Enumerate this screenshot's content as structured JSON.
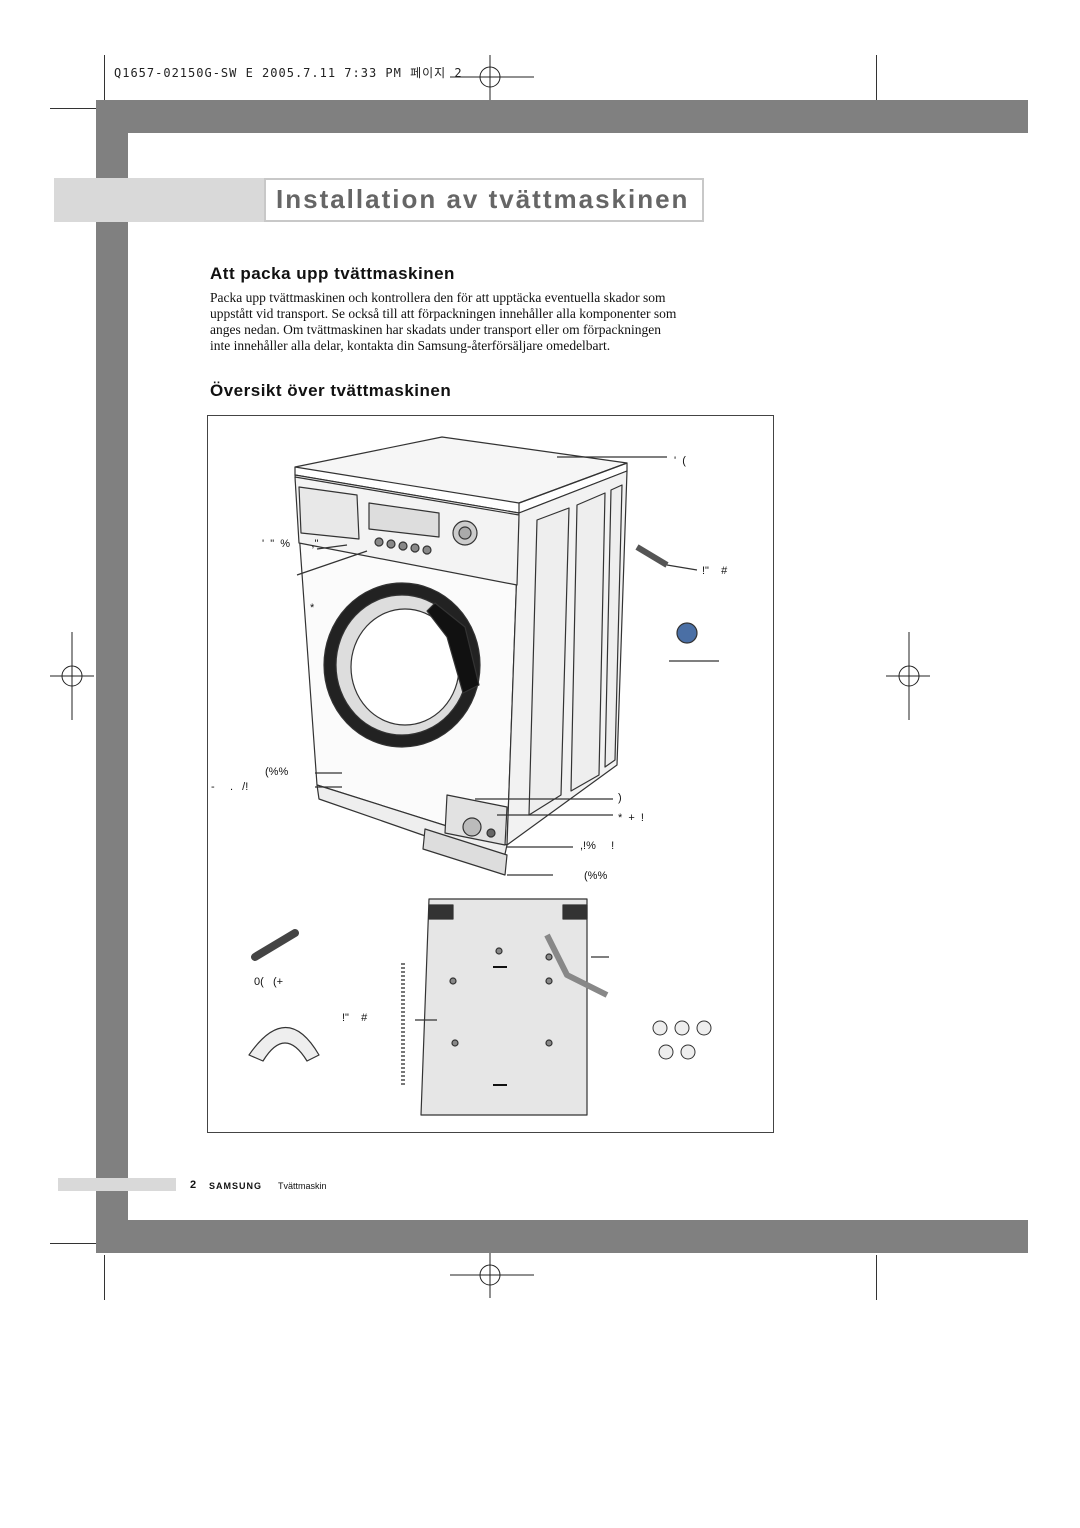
{
  "print_header": "Q1657-02150G-SW E  2005.7.11 7:33 PM 페이지 2",
  "title": "Installation av tvättmaskinen",
  "sections": [
    {
      "heading": "Att packa upp tvättmaskinen",
      "lines": [
        "Packa upp tvättmaskinen och kontrollera den för att upptäcka eventuella skador som",
        "uppstått vid transport.  Se också till att förpackningen innehåller alla komponenter som",
        "anges nedan.  Om tvättmaskinen har skadats under transport eller om förpackningen",
        "inte innehåller alla delar, kontakta din Samsung-återförsäljare omedelbart."
      ]
    },
    {
      "heading": "Översikt över tvättmaskinen"
    }
  ],
  "diagram_labels": {
    "top_right": "'  (",
    "drawer": "'  \"  %       ,\"",
    "hose_right": "!\"    #",
    "door": "*",
    "left_1": "(%%",
    "left_2": "-     .   /!",
    "bottom_1": ")",
    "bottom_2": "*  +  !",
    "bottom_3": ",!%     !",
    "bottom_4": "(%%",
    "wrench": "0(   (+",
    "drain_hose": "!\"    #"
  },
  "footer": {
    "page_number": "2",
    "brand": "SAMSUNG",
    "product": "Tvättmaskin"
  },
  "colors": {
    "band": "#808080",
    "tab": "#d9d9d9",
    "title_text": "#666666"
  }
}
